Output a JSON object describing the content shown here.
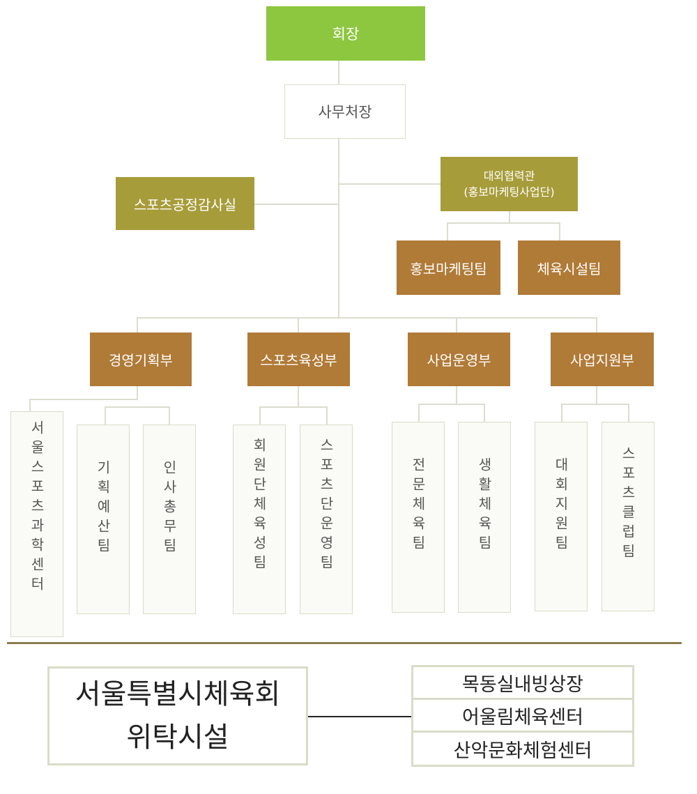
{
  "org": {
    "chair": "회장",
    "secretary_general": "사무처장",
    "audit_office": "스포츠공정감사실",
    "external_cooperation": {
      "line1": "대외협력관",
      "line2": "(홍보마케팅사업단)"
    },
    "external_teams": [
      "홍보마케팅팀",
      "체육시설팀"
    ],
    "departments": [
      {
        "name": "경영기획부",
        "teams": [
          "서울스포츠과학센터",
          "기획예산팀",
          "인사총무팀"
        ]
      },
      {
        "name": "스포츠육성부",
        "teams": [
          "회원단체육성팀",
          "스포츠단운영팀"
        ]
      },
      {
        "name": "사업운영부",
        "teams": [
          "전문체육팀",
          "생활체육팀"
        ]
      },
      {
        "name": "사업지원부",
        "teams": [
          "대회지원팀",
          "스포츠클럽팀"
        ]
      }
    ]
  },
  "facilities": {
    "title_line1": "서울특별시체육회",
    "title_line2": "위탁시설",
    "items": [
      "목동실내빙상장",
      "어울림체육센터",
      "산악문화체험센터"
    ]
  },
  "colors": {
    "chair": "#8dc63f",
    "olive": "#a79c3a",
    "brown": "#b07a37",
    "line": "#dcdcd0",
    "separator": "#8b7d4f"
  }
}
